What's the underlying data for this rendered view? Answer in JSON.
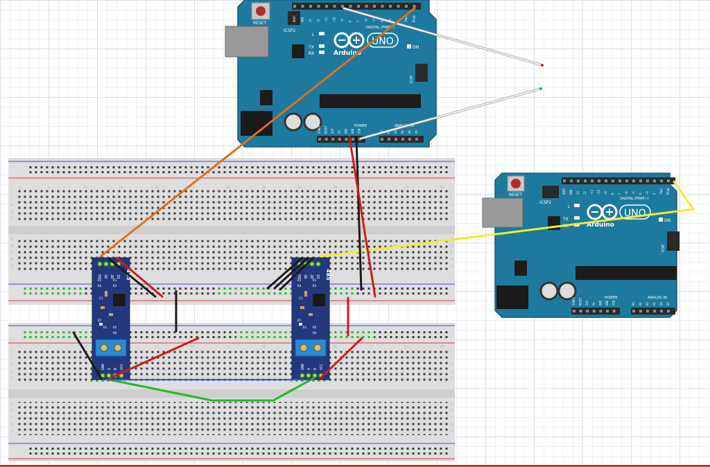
{
  "colors": {
    "board": "#1d7a9e",
    "board_dark": "#155c78",
    "module": "#24387e",
    "wire_orange": "#e36d1d",
    "wire_yellow": "#f2ec2e",
    "wire_green": "#1fbe1f",
    "wire_red": "#d11a1a",
    "wire_black": "#1a1a1a",
    "wire_white": "#f0f0f0"
  },
  "arduino_top": {
    "reset_label": "RESET",
    "icsp2_label": "ICSP2",
    "logo_label": "Arduino",
    "uno_label": "UNO",
    "digital_label": "DIGITAL (PWM~)",
    "on_label": "ON",
    "led_l": "L",
    "led_tx": "TX",
    "led_rx": "RX",
    "icsp_label": "ICSP",
    "power_label": "POWER",
    "analog_label": "ANALOG IN",
    "top_header_pins": [
      "AREF",
      "GND",
      "13",
      "12",
      "~11",
      "~10",
      "~9",
      "8",
      "7",
      "~6",
      "~5",
      "4",
      "~3",
      "2",
      "TX▶1",
      "RX◀0"
    ],
    "power_pins": [
      "IOREF",
      "RESET",
      "3V3",
      "5V",
      "GND",
      "GND",
      "VIN"
    ],
    "analog_pins": [
      "A0",
      "A1",
      "A2",
      "A3",
      "A4",
      "A5"
    ]
  },
  "arduino_right": {
    "reset_label": "RESET",
    "icsp2_label": "ICSP2",
    "logo_label": "Arduino",
    "uno_label": "UNO",
    "digital_label": "DIGITAL (PWM~)",
    "on_label": "ON",
    "led_l": "L",
    "led_tx": "TX",
    "led_rx": "RX",
    "icsp_label": "ICSP",
    "power_label": "POWER",
    "analog_label": "ANALOG IN",
    "top_header_pins": [
      "AREF",
      "GND",
      "13",
      "12",
      "~11",
      "~10",
      "~9",
      "8",
      "7",
      "~6",
      "~5",
      "4",
      "~3",
      "2",
      "TX▶1",
      "RX◀0"
    ],
    "power_pins": [
      "IOREF",
      "RESET",
      "3V3",
      "5V",
      "GND",
      "GND",
      "VIN"
    ],
    "analog_pins": [
      "A0",
      "A1",
      "A2",
      "A3",
      "A4",
      "A5"
    ]
  },
  "rs485_modules": [
    {
      "title": "485",
      "top_pins": [
        "RO",
        "RE",
        "DE",
        "DI"
      ],
      "bottom_pins": [
        "VCC",
        "B",
        "A",
        "GND"
      ],
      "parts": [
        "R3",
        "R4",
        "R1",
        "R2",
        "C1",
        "U1",
        "R7",
        "D1",
        "R5",
        "R6"
      ]
    },
    {
      "title": "485",
      "top_pins": [
        "RO",
        "RE",
        "DE",
        "DI"
      ],
      "bottom_pins": [
        "VCC",
        "B",
        "A",
        "GND"
      ],
      "parts": [
        "R3",
        "R4",
        "R1",
        "R2",
        "C1",
        "U1",
        "R7",
        "D1",
        "R5",
        "R6"
      ]
    }
  ],
  "breadboard": {
    "row_letters_top": [
      "J",
      "I",
      "H",
      "G",
      "F"
    ],
    "row_letters_bottom": [
      "E",
      "D",
      "C",
      "B",
      "A"
    ],
    "column_numbers": [
      "1",
      "5",
      "10",
      "15",
      "20",
      "25",
      "30",
      "35",
      "40",
      "45",
      "50",
      "55",
      "60"
    ]
  }
}
